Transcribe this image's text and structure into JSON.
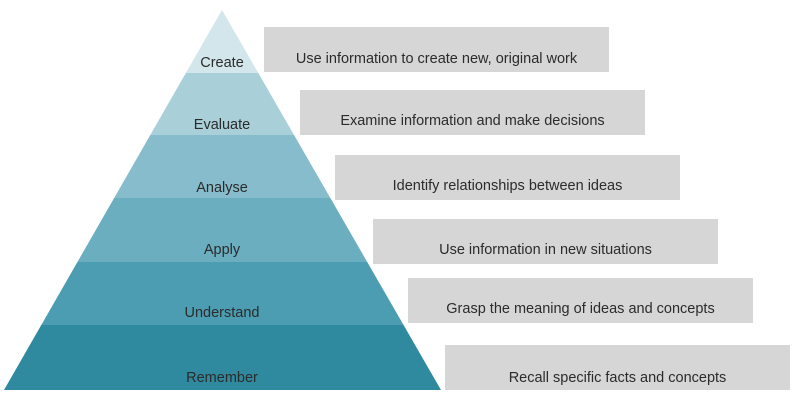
{
  "levels": [
    {
      "label": "Create",
      "description": "Use information to create new, original work",
      "color": "#d2e6ec"
    },
    {
      "label": "Evaluate",
      "description": "Examine information and make decisions",
      "color": "#a9cfd9"
    },
    {
      "label": "Analyse",
      "description": "Identify relationships between ideas",
      "color": "#86bccb"
    },
    {
      "label": "Apply",
      "description": "Use information in new situations",
      "color": "#6aaebf"
    },
    {
      "label": "Understand",
      "description": "Grasp the meaning of ideas and concepts",
      "color": "#4c9db1"
    },
    {
      "label": "Remember",
      "description": "Recall specific facts and concepts",
      "color": "#2f8aa0"
    }
  ],
  "colors": {
    "box_fill": "#d6d6d6",
    "text": "#2b2b2b"
  }
}
